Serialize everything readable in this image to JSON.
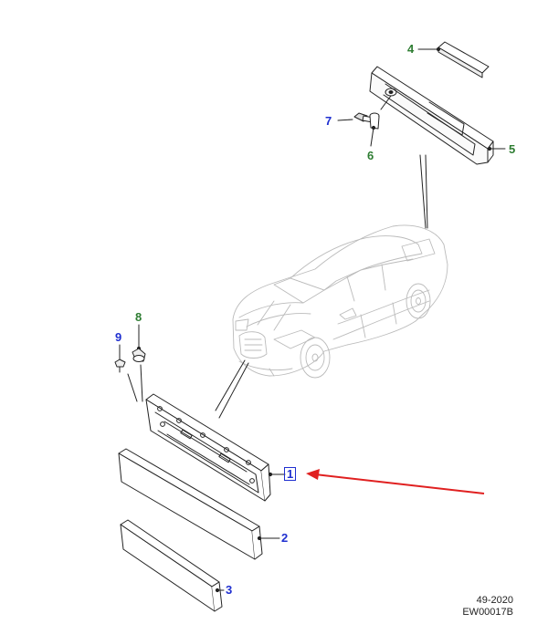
{
  "diagram": {
    "callouts": [
      {
        "id": "1",
        "label": "1",
        "color": "#1f2fd0",
        "selected": true
      },
      {
        "id": "2",
        "label": "2",
        "color": "#1f2fd0"
      },
      {
        "id": "3",
        "label": "3",
        "color": "#1f2fd0"
      },
      {
        "id": "4",
        "label": "4",
        "color": "#2e7d32"
      },
      {
        "id": "5",
        "label": "5",
        "color": "#2e7d32"
      },
      {
        "id": "6",
        "label": "6",
        "color": "#2e7d32"
      },
      {
        "id": "7",
        "label": "7",
        "color": "#1f2fd0"
      },
      {
        "id": "8",
        "label": "8",
        "color": "#2e7d32"
      },
      {
        "id": "9",
        "label": "9",
        "color": "#1f2fd0"
      }
    ],
    "arrow_color": "#e02020",
    "footer": {
      "page_ref": "49-2020",
      "drawing_code": "EW00017B"
    }
  }
}
